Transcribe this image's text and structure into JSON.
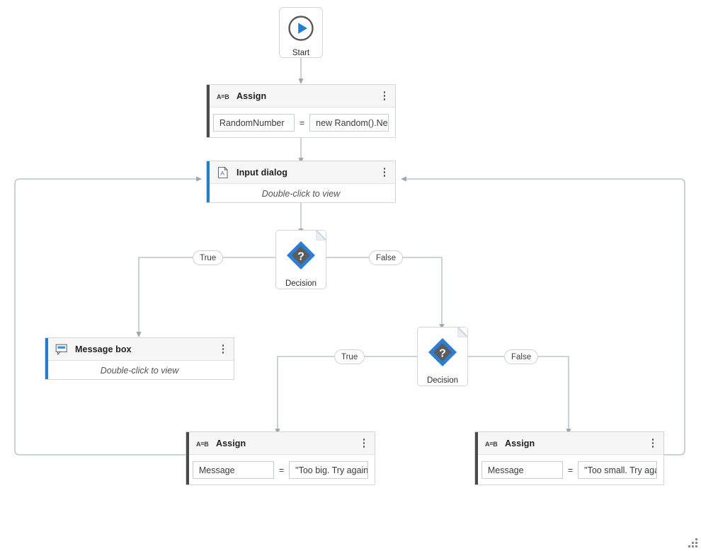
{
  "diagram": {
    "title": "Workflow designer canvas",
    "colors": {
      "accent_blue": "#2a7fd4",
      "accent_dark": "#4a4a4a",
      "wire": "#b9c6d2",
      "arrow": "#9aa6b1",
      "node_border": "#d6d6d6",
      "header_bg": "#f6f6f6",
      "field_border": "#c3cfd6"
    },
    "nodes": [
      {
        "id": "start",
        "kind": "start",
        "label": "Start",
        "icon": "play-circle-icon"
      },
      {
        "id": "assign-random",
        "kind": "assign",
        "title": "Assign",
        "icon": "a-equals-b-icon",
        "accent": "dark",
        "lhs": "RandomNumber",
        "operator": "=",
        "rhs": "new Random().Ne"
      },
      {
        "id": "input-dialog",
        "kind": "activity",
        "title": "Input dialog",
        "icon": "input-dialog-icon",
        "accent": "blue",
        "body": "Double-click to view"
      },
      {
        "id": "decision-1",
        "kind": "decision",
        "label": "Decision",
        "icon": "decision-diamond-icon",
        "true_label": "True",
        "false_label": "False"
      },
      {
        "id": "message-box",
        "kind": "activity",
        "title": "Message box",
        "icon": "message-box-icon",
        "accent": "blue",
        "body": "Double-click to view"
      },
      {
        "id": "decision-2",
        "kind": "decision",
        "label": "Decision",
        "icon": "decision-diamond-icon",
        "true_label": "True",
        "false_label": "False"
      },
      {
        "id": "assign-too-big",
        "kind": "assign",
        "title": "Assign",
        "icon": "a-equals-b-icon",
        "accent": "dark",
        "lhs": "Message",
        "operator": "=",
        "rhs": "\"Too big. Try again"
      },
      {
        "id": "assign-too-small",
        "kind": "assign",
        "title": "Assign",
        "icon": "a-equals-b-icon",
        "accent": "dark",
        "lhs": "Message",
        "operator": "=",
        "rhs": "\"Too small. Try aga"
      }
    ],
    "edge_labels": [
      {
        "id": "d1-true",
        "text": "True"
      },
      {
        "id": "d1-false",
        "text": "False"
      },
      {
        "id": "d2-true",
        "text": "True"
      },
      {
        "id": "d2-false",
        "text": "False"
      }
    ],
    "grip": {
      "icon": "resize-grip-icon"
    }
  }
}
